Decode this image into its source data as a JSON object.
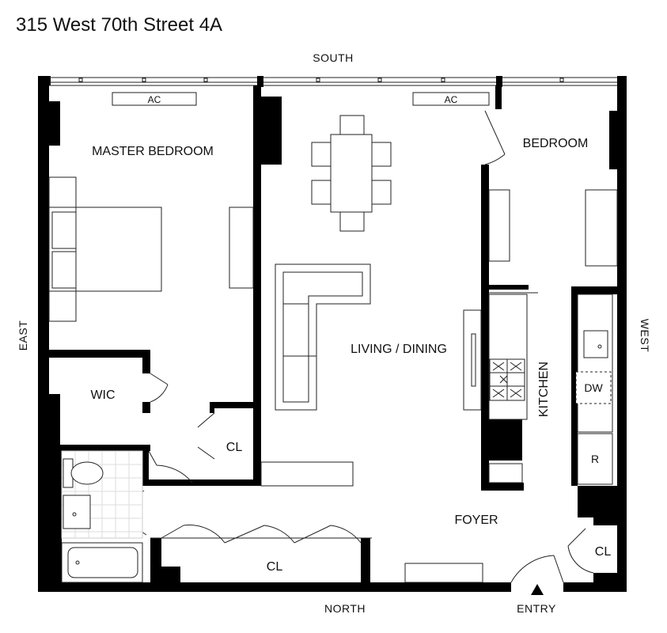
{
  "title": "315 West 70th Street 4A",
  "compass": {
    "south": "SOUTH",
    "north": "NORTH",
    "east": "EAST",
    "west": "WEST"
  },
  "rooms": {
    "master_bedroom": "MASTER BEDROOM",
    "bedroom": "BEDROOM",
    "living_dining": "LIVING / DINING",
    "kitchen": "KITCHEN",
    "wic": "WIC",
    "closet_master": "CL",
    "closet_hall": "CL",
    "closet_entry": "CL",
    "foyer": "FOYER",
    "entry": "ENTRY"
  },
  "fixtures": {
    "ac_master": "AC",
    "ac_living": "AC",
    "dishwasher": "DW",
    "refrigerator": "R"
  }
}
